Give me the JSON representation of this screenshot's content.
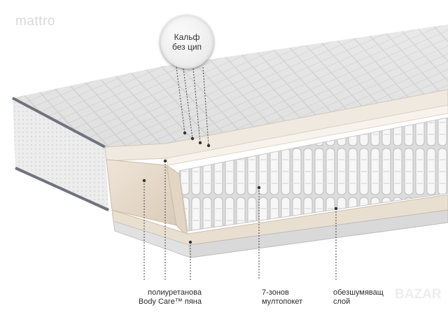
{
  "watermark": "mattro",
  "callout": {
    "line1": "Кальф",
    "line2": "без цип"
  },
  "labels": {
    "foam": {
      "line1": "полиуретанова",
      "line2": "Body Care™ пяна"
    },
    "springs": {
      "line1": "7-зонов",
      "line2": "мултопокет"
    },
    "noise": {
      "line1": "обезшумяващ",
      "line2": "слой"
    }
  },
  "corner_badge": "BAZAR",
  "colors": {
    "fabric": "#e6e6e6",
    "border_band": "#6b6e7a",
    "foam": "#e8ddcf",
    "springs": "#f2f2f2"
  }
}
